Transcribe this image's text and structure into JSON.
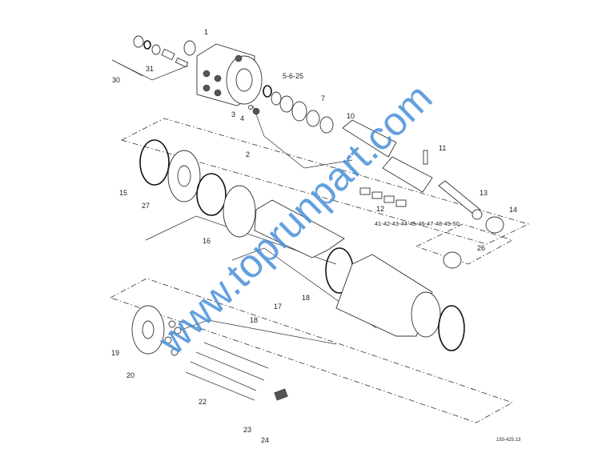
{
  "diagram": {
    "callouts": {
      "c1": "1",
      "c2": "2",
      "c3": "3",
      "c4": "4",
      "c5_6_25": "5-6-25",
      "c7": "7",
      "c10": "10",
      "c11": "11",
      "c12": "12",
      "c13": "13",
      "c14": "14",
      "c15": "15",
      "c16": "16",
      "c17": "17",
      "c18a": "18",
      "c18b": "18",
      "c19": "19",
      "c20": "20",
      "c22": "22",
      "c23": "23",
      "c24": "24",
      "c26": "26",
      "c27": "27",
      "c30": "30",
      "c31": "31",
      "c41_50": "41-42-43-44-45-46-47-48-49-50"
    },
    "drawing_code": "150-425.13",
    "watermark": "www.toprunpart.com"
  }
}
